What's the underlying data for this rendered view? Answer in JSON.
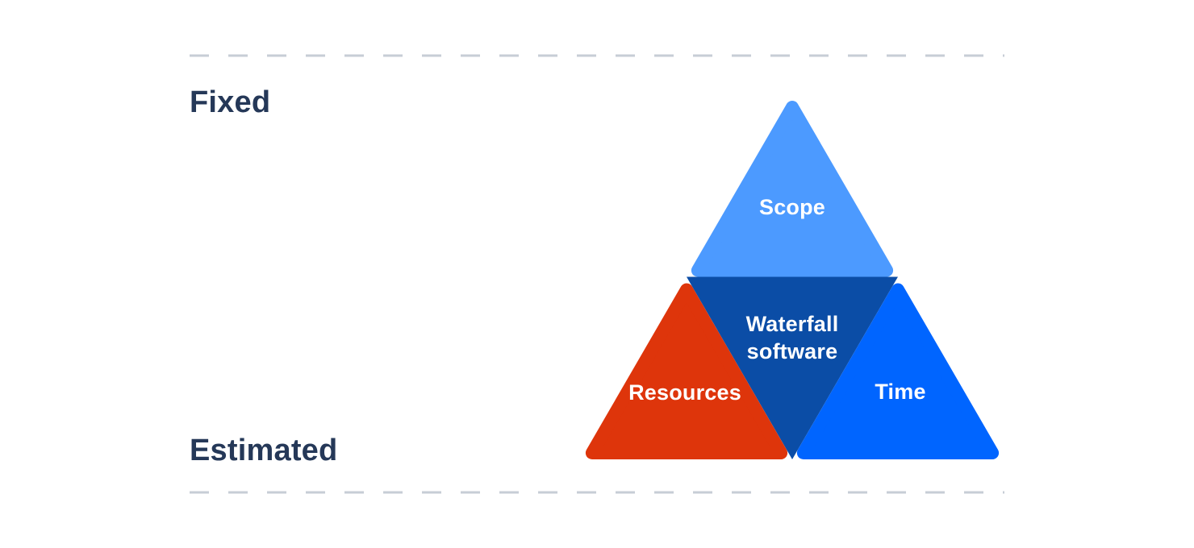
{
  "annotations": {
    "top": "Fixed",
    "bottom": "Estimated"
  },
  "triangle": {
    "scope": {
      "label": "Scope",
      "color": "#4C9AFF"
    },
    "center": {
      "label_line1": "Waterfall",
      "label_line2": "software",
      "color": "#0B4DA6"
    },
    "resources": {
      "label": "Resources",
      "color": "#DE350B"
    },
    "time": {
      "label": "Time",
      "color": "#0065FF"
    }
  },
  "colors": {
    "background": "#FFFFFF",
    "divider": "#C7CDD6",
    "annotation_text": "#253858",
    "triangle_label_text": "#FFFFFF"
  }
}
